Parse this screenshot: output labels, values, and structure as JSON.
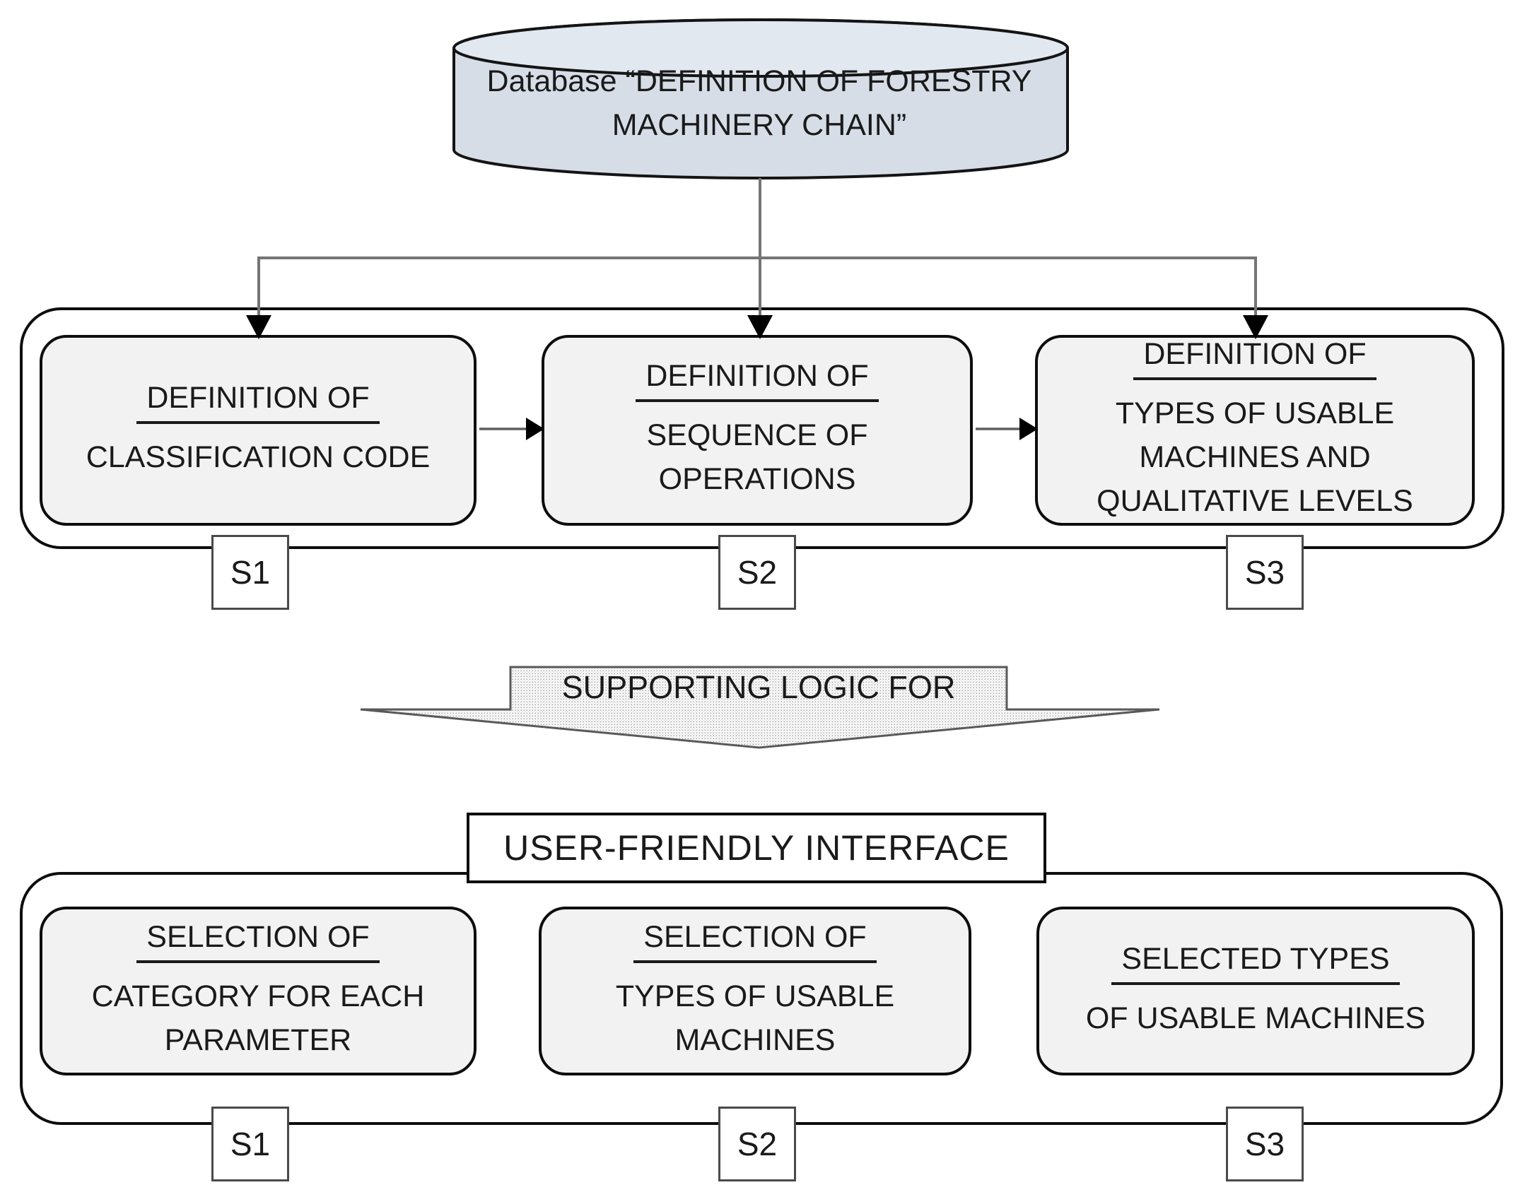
{
  "diagram": {
    "database": {
      "label": "Database “DEFINITION OF FORESTRY\nMACHINERY CHAIN”"
    },
    "top_section": {
      "boxes": [
        {
          "heading": "DEFINITION OF",
          "body": "CLASSIFICATION CODE",
          "step": "S1"
        },
        {
          "heading": "DEFINITION OF",
          "body": "SEQUENCE OF\nOPERATIONS",
          "step": "S2"
        },
        {
          "heading": "DEFINITION OF",
          "body": "TYPES OF USABLE\nMACHINES AND\nQUALITATIVE LEVELS",
          "step": "S3"
        }
      ]
    },
    "connector_arrow": {
      "label": "SUPPORTING LOGIC FOR"
    },
    "interface_title": {
      "label": "USER-FRIENDLY INTERFACE"
    },
    "bottom_section": {
      "boxes": [
        {
          "heading": "SELECTION OF",
          "body": "CATEGORY FOR EACH\nPARAMETER",
          "step": "S1"
        },
        {
          "heading": "SELECTION OF",
          "body": "TYPES OF USABLE\nMACHINES",
          "step": "S2"
        },
        {
          "heading": "SELECTED TYPES",
          "body": "OF USABLE MACHINES",
          "step": "S3"
        }
      ]
    },
    "colors": {
      "cylinder_fill": "#d6dde7",
      "cylinder_top_fill": "#e2e8f0",
      "process_box_fill": "#f2f2f2",
      "outline": "#0d0d0d",
      "connector_gray": "#757575",
      "arrowhead_black": "#000000",
      "stipple_dot": "#a6a6a6"
    }
  }
}
